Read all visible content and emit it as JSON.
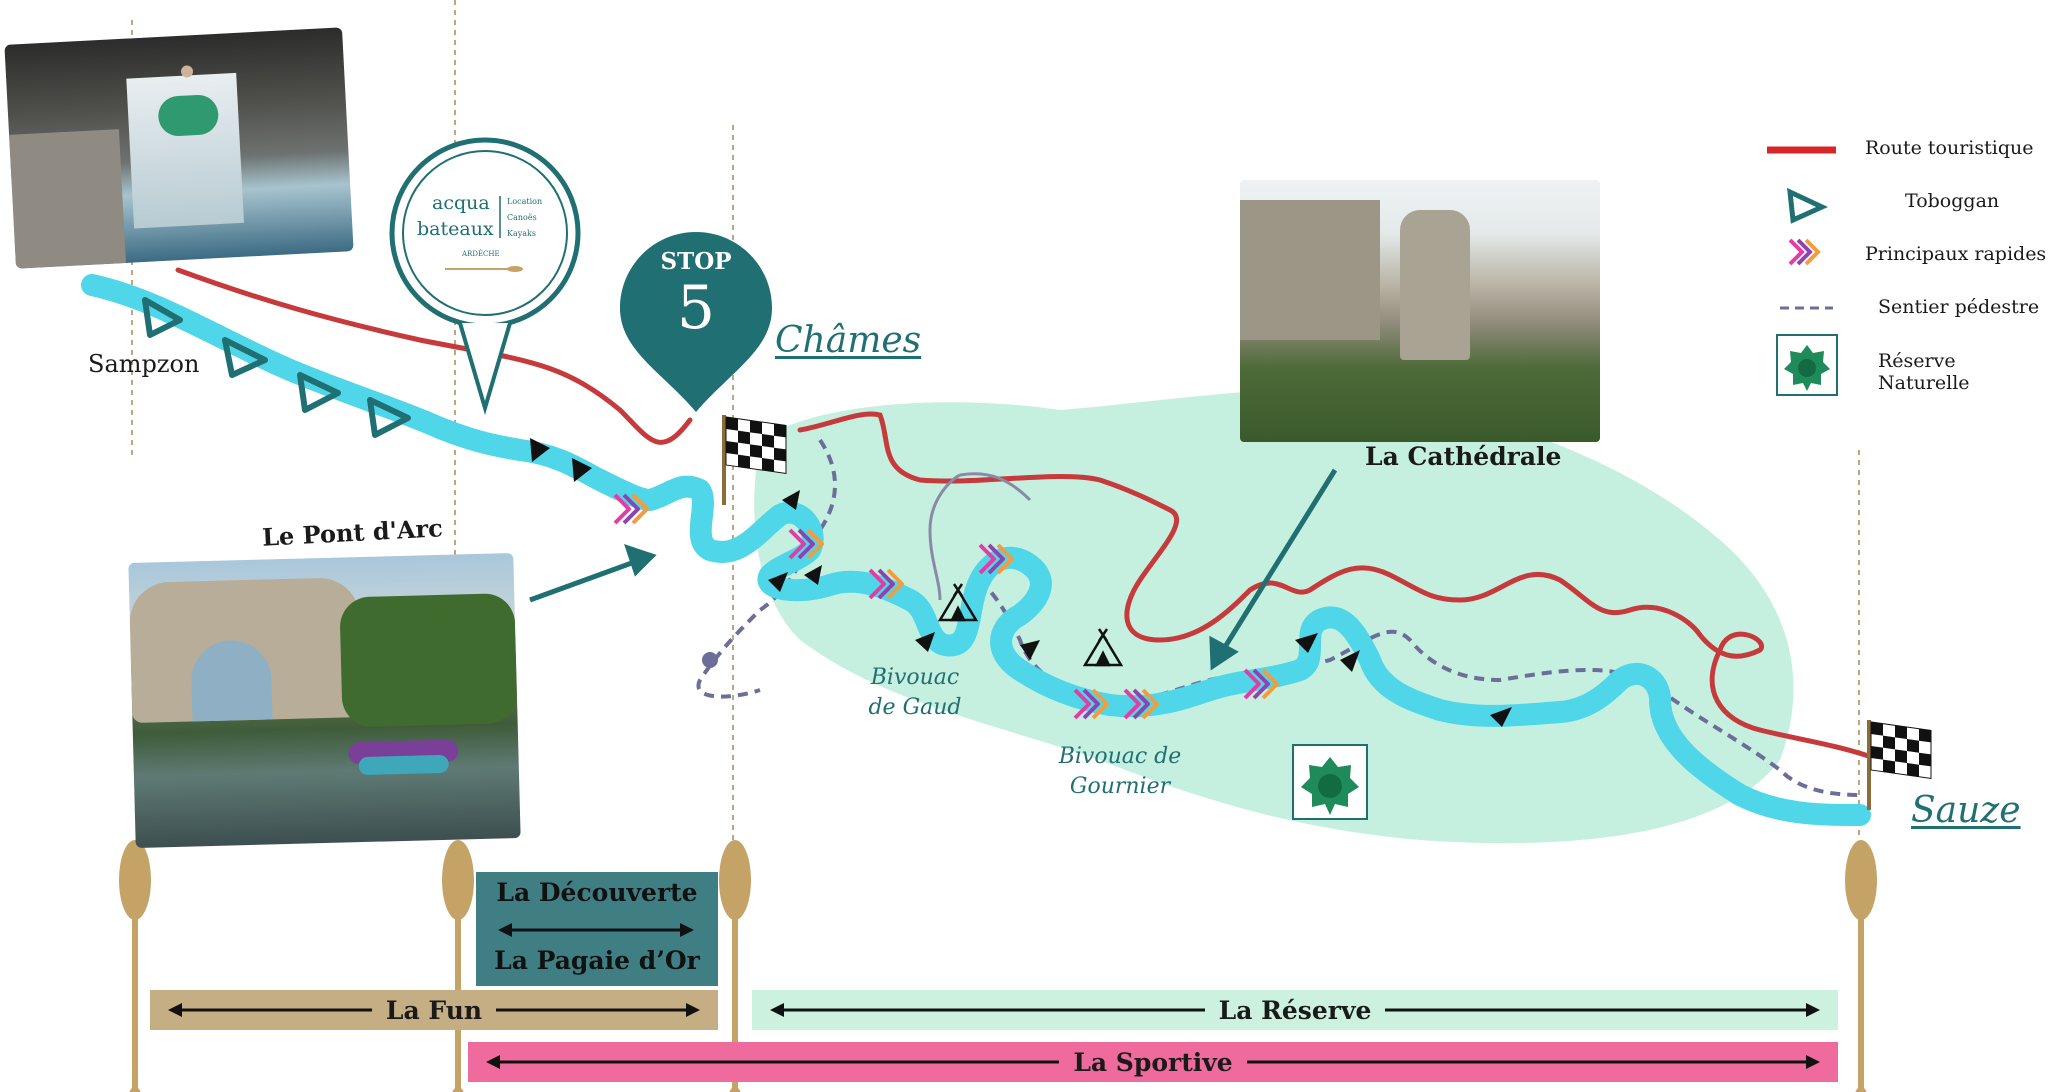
{
  "places": {
    "sampzon": "Sampzon",
    "pont_arc": "Le Pont d'Arc",
    "chames": "Châmes",
    "cathedrale": "La Cathédrale",
    "sauze": "Sauze",
    "bivouac_gaud": [
      "Bivouac",
      "de Gaud"
    ],
    "bivouac_gournier": [
      "Bivouac de",
      "Gournier"
    ]
  },
  "logo": {
    "line1": "acqua",
    "line2": "bateaux",
    "services": [
      "Location",
      "Canoës",
      "Kayaks"
    ],
    "region": "ARDÈCHE"
  },
  "stop_marker": {
    "word": "STOP",
    "number": "5"
  },
  "legend": [
    {
      "icon": "red-line",
      "label": "Route touristique"
    },
    {
      "icon": "toboggan-arrow-icon",
      "label": "Toboggan"
    },
    {
      "icon": "rapids-chevron-icon",
      "label": "Principaux rapides"
    },
    {
      "icon": "dashed-line",
      "label": "Sentier pédestre"
    },
    {
      "icon": "nature-reserve-icon",
      "label": "Réserve Naturelle"
    }
  ],
  "routes": {
    "decouverte": "La Découverte",
    "pagaie_or": "La Pagaie d’Or",
    "fun": "La Fun",
    "reserve": "La Réserve",
    "sportive": "La Sportive"
  },
  "colors": {
    "river": "#4fd6e8",
    "road": "#c63a3c",
    "reserve_area": "#bfeedd",
    "teal": "#1f6f73",
    "paddle": "#c5a266",
    "fun_bar": "#c5ae83",
    "reserve_bar": "#ccf2df",
    "sportive_bar": "#ef6a9d",
    "decouverte_bar": "#3f7f84",
    "trail": "#6d6d9a"
  }
}
